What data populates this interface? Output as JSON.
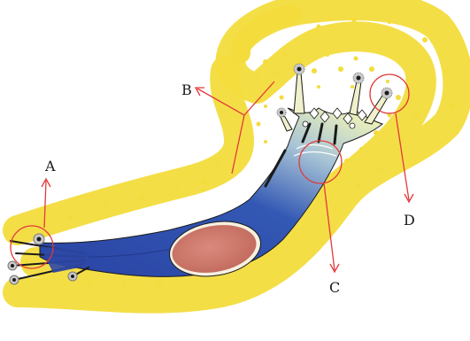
{
  "figure": {
    "labels": {
      "a": "A",
      "b": "B",
      "c": "C",
      "d": "D"
    }
  },
  "colors": {
    "yellow_band": "#f3dc3c",
    "cell_dark": "#2b4aa8",
    "cell_light": "#e9efb8",
    "nucleus": "#cf7d70",
    "annotation": "#e23a3a",
    "outline": "#1b1b1b"
  }
}
